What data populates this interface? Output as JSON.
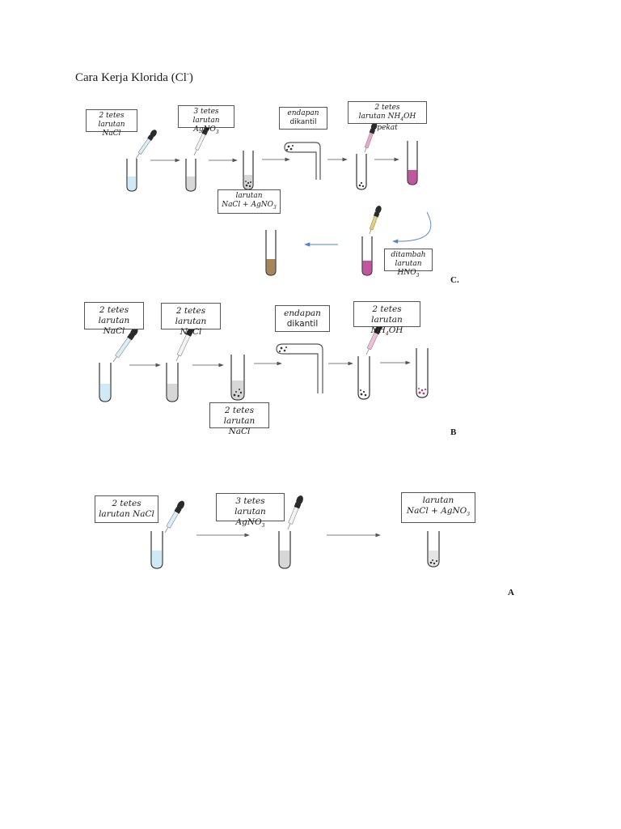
{
  "title": {
    "main": "Cara Kerja Klorida (Cl",
    "sup": "-",
    "close": ")"
  },
  "sections": {
    "c": {
      "mark": "C.",
      "labels": {
        "l1": {
          "a": "2 tetes",
          "b": "larutan NaCl"
        },
        "l2": {
          "a": "3 tetes",
          "b": "larutan AgNO",
          "sub": "3"
        },
        "l3": {
          "a": "endapan",
          "b": "dikantil"
        },
        "l4": {
          "a": "2 tetes",
          "b": "larutan NH",
          "sub": "4",
          "c": "OH pekat"
        },
        "l5": {
          "a": "larutan",
          "b": "NaCl + AgNO",
          "sub": "3"
        },
        "l6": {
          "a": "ditambah",
          "b": "larutan HNO",
          "sub": "3"
        }
      }
    },
    "b": {
      "mark": "B",
      "labels": {
        "l1": {
          "a": "2 tetes",
          "b": "larutan NaCl"
        },
        "l2": {
          "a": "2 tetes",
          "b": "larutan NaCl"
        },
        "l3": {
          "a": "endapan",
          "b": "dikantil"
        },
        "l4": {
          "a": "2 tetes",
          "b": "larutan NH",
          "sub": "4",
          "c": "OH"
        },
        "l5": {
          "a": "2 tetes",
          "b": "larutan NaCl"
        }
      }
    },
    "a": {
      "mark": "A",
      "labels": {
        "l1": {
          "a": "2 tetes",
          "b": "larutan NaCl"
        },
        "l2": {
          "a": "3 tetes",
          "b": "larutan AgNO",
          "sub": "3"
        },
        "l3": {
          "a": "larutan",
          "b": "NaCl + AgNO",
          "sub": "3"
        }
      }
    }
  },
  "colors": {
    "nacl": "#cfeaf5",
    "agno3": "#d7d7d7",
    "pink": "#c0569f",
    "brown": "#a7855a",
    "arrow_blue": "#4f86c6",
    "dropper_dark": "#2b2b2b"
  },
  "icons": {
    "tube": "test-tube-icon",
    "dropper": "dropper-icon",
    "arrow": "arrow-right-icon"
  }
}
